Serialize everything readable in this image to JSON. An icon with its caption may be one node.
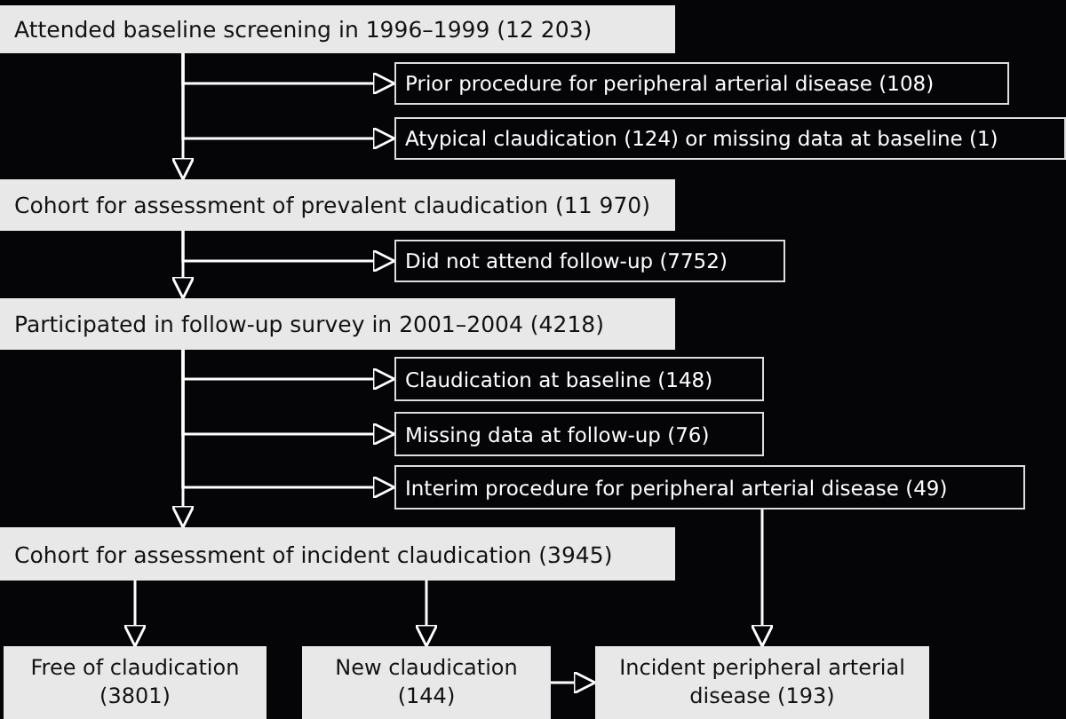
{
  "diagram": {
    "nodes": [
      {
        "text": [
          "Attended baseline screening in 1996–1999 (12 203)"
        ]
      },
      {
        "text": [
          "Prior procedure for peripheral arterial disease (108)"
        ]
      },
      {
        "text": [
          "Atypical claudication (124) or missing data at baseline (1)"
        ]
      },
      {
        "text": [
          "Cohort for assessment of prevalent claudication (11 970)"
        ]
      },
      {
        "text": [
          "Did not attend follow-up (7752)"
        ]
      },
      {
        "text": [
          "Participated in follow-up survey in 2001–2004 (4218)"
        ]
      },
      {
        "text": [
          "Claudication at baseline (148)"
        ]
      },
      {
        "text": [
          "Missing data at follow-up (76)"
        ]
      },
      {
        "text": [
          "Interim procedure for peripheral arterial disease (49)"
        ]
      },
      {
        "text": [
          "Cohort for assessment of incident claudication (3945)"
        ]
      },
      {
        "text": [
          "Free of claudication (3801)"
        ]
      },
      {
        "text": [
          "New claudication (144)"
        ]
      },
      {
        "text": [
          "Incident peripheral arterial disease (193)"
        ]
      }
    ],
    "edges": [
      {
        "from": 0,
        "to": 1,
        "arrow": "to"
      },
      {
        "from": 0,
        "to": 2,
        "arrow": "to"
      },
      {
        "from": 0,
        "to": 3,
        "arrow": "to"
      },
      {
        "from": 3,
        "to": 4,
        "arrow": "to"
      },
      {
        "from": 3,
        "to": 5,
        "arrow": "to"
      },
      {
        "from": 5,
        "to": 6,
        "arrow": "to"
      },
      {
        "from": 5,
        "to": 7,
        "arrow": "to"
      },
      {
        "from": 5,
        "to": 8,
        "arrow": "to"
      },
      {
        "from": 5,
        "to": 9,
        "arrow": "to"
      },
      {
        "from": 9,
        "to": 10,
        "arrow": "to"
      },
      {
        "from": 9,
        "to": 11,
        "arrow": "to"
      },
      {
        "from": 8,
        "to": 12,
        "arrow": "to"
      },
      {
        "from": 11,
        "to": 12,
        "arrow": "to"
      }
    ]
  }
}
